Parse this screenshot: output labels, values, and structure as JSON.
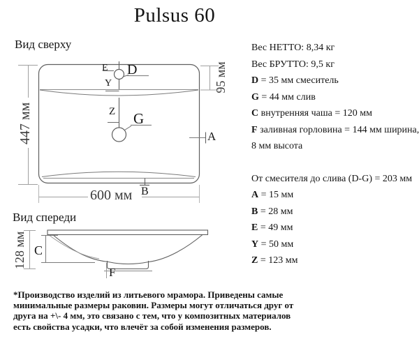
{
  "title": "Pulsus 60",
  "top_view": {
    "heading": "Вид сверху",
    "dim_height": "447 мм",
    "dim_width": "600 мм",
    "dim_backsplash": "95 мм",
    "labels": {
      "D": "D",
      "E": "E",
      "Y": "Y",
      "Z": "Z",
      "G": "G",
      "A": "A",
      "B": "B"
    }
  },
  "front_view": {
    "heading": "Вид спереди",
    "dim_height": "128 мм",
    "labels": {
      "C": "C",
      "F": "F"
    }
  },
  "specs": {
    "items": [
      {
        "bold": "",
        "text": "Вес НЕТТО: 8,34 кг"
      },
      {
        "bold": "",
        "text": "Вес БРУТТО: 9,5 кг"
      },
      {
        "bold": "D",
        "text": " = 35 мм смеситель"
      },
      {
        "bold": "G",
        "text": " = 44 мм слив"
      },
      {
        "bold": "C",
        "text": " внутренняя чаша = 120 мм"
      },
      {
        "bold": "F",
        "text": " заливная горловина = 144 мм ширина,"
      },
      {
        "bold": "",
        "text": "8 мм высота"
      },
      {
        "bold": "",
        "text": "От смесителя до слива (D-G) = 203 мм"
      },
      {
        "bold": "A",
        "text": " = 15 мм"
      },
      {
        "bold": "B",
        "text": " = 28 мм"
      },
      {
        "bold": "E",
        "text": " = 49 мм"
      },
      {
        "bold": "Y",
        "text": " = 50 мм"
      },
      {
        "bold": "Z",
        "text": " = 123 мм"
      }
    ]
  },
  "footnote": {
    "lines": [
      "*Производство изделий из литьевого мрамора. Приведены самые",
      "минимальные размеры раковин. Размеры могут отличаться друг от",
      "друга на +\\- 4 мм, это связано с тем, что у композитных материалов",
      "есть свойства усадки, что влечёт за собой изменения размеров."
    ]
  },
  "colors": {
    "outline": "#5f5f5f",
    "dimension": "#a0a0a0",
    "text": "#151515"
  }
}
